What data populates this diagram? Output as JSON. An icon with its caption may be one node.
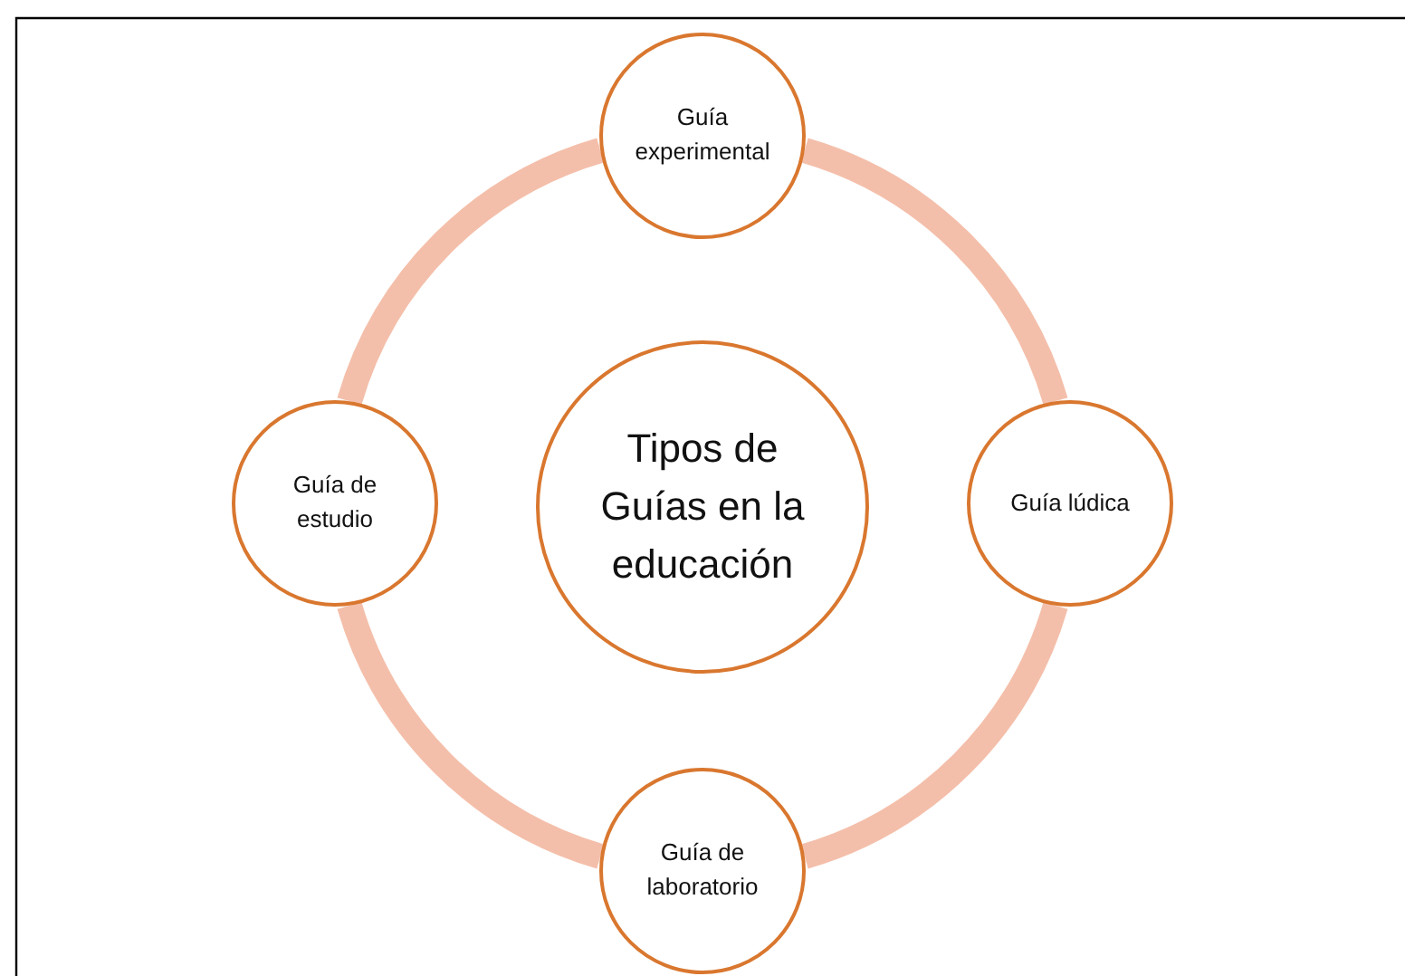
{
  "diagram": {
    "nodes": [
      {
        "text": [
          "Tipos de Guías en la educación"
        ]
      },
      {
        "text": [
          "Guía experimental"
        ]
      },
      {
        "text": [
          "Guía lúdica"
        ]
      },
      {
        "text": [
          "Guía de laboratorio"
        ]
      },
      {
        "text": [
          "Guía de estudio"
        ]
      }
    ],
    "edges": [
      {
        "from": 1,
        "to": 2,
        "arrow": "none"
      },
      {
        "from": 2,
        "to": 3,
        "arrow": "none"
      },
      {
        "from": 3,
        "to": 4,
        "arrow": "none"
      },
      {
        "from": 4,
        "to": 1,
        "arrow": "none"
      }
    ]
  }
}
